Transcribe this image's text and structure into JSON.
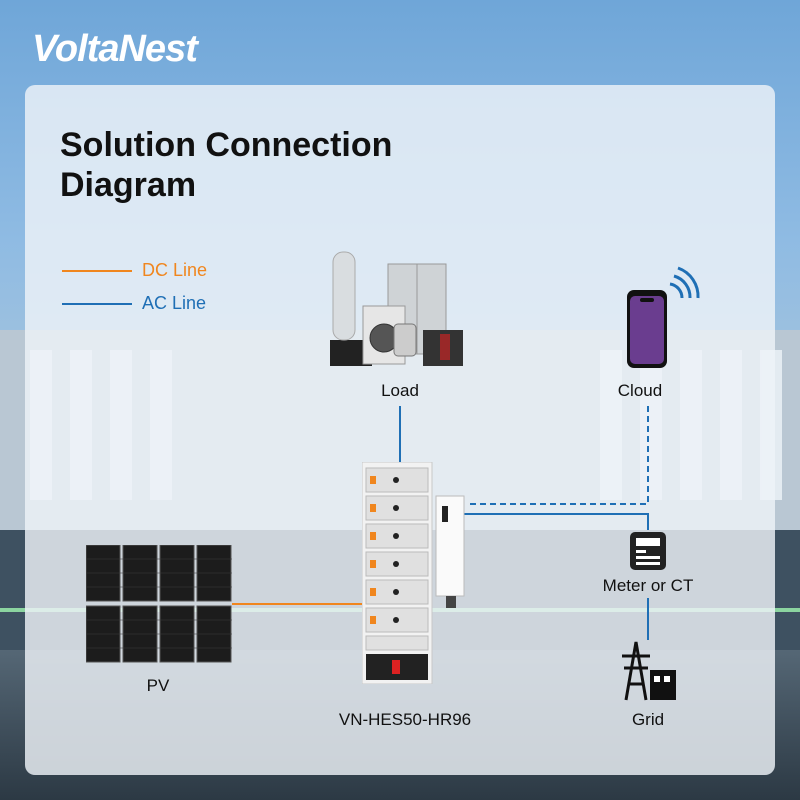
{
  "brand": {
    "logo_text": "VoltaNest"
  },
  "title": "Solution Connection Diagram",
  "legend": [
    {
      "label": "DC Line",
      "color": "#f0861e",
      "style": "solid"
    },
    {
      "label": "AC Line",
      "color": "#1f6fb5",
      "style": "solid"
    }
  ],
  "nodes": {
    "load": "Load",
    "cloud": "Cloud",
    "meter": "Meter or CT",
    "grid": "Grid",
    "pv": "PV",
    "system": "VN-HES50-HR96"
  },
  "icons": {
    "load": "appliances-icon",
    "cloud": "smartphone-wifi-icon",
    "meter": "meter-icon",
    "grid": "power-tower-icon",
    "pv": "solar-panel-icon",
    "system": "battery-inverter-icon"
  },
  "colors": {
    "dc": "#f0861e",
    "ac": "#1f6fb5"
  }
}
